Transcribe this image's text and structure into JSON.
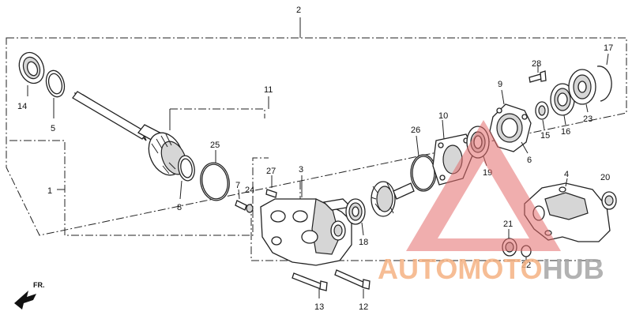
{
  "callouts": [
    {
      "id": "c1",
      "text": "1"
    },
    {
      "id": "c2",
      "text": "2"
    },
    {
      "id": "c3",
      "text": "3"
    },
    {
      "id": "c4",
      "text": "4"
    },
    {
      "id": "c5",
      "text": "5"
    },
    {
      "id": "c6",
      "text": "6"
    },
    {
      "id": "c7",
      "text": "7"
    },
    {
      "id": "c8",
      "text": "8"
    },
    {
      "id": "c9",
      "text": "9"
    },
    {
      "id": "c10",
      "text": "10"
    },
    {
      "id": "c11",
      "text": "11"
    },
    {
      "id": "c12",
      "text": "12"
    },
    {
      "id": "c13",
      "text": "13"
    },
    {
      "id": "c14",
      "text": "14"
    },
    {
      "id": "c15",
      "text": "15"
    },
    {
      "id": "c16",
      "text": "16"
    },
    {
      "id": "c17",
      "text": "17"
    },
    {
      "id": "c18",
      "text": "18"
    },
    {
      "id": "c19",
      "text": "19"
    },
    {
      "id": "c20",
      "text": "20"
    },
    {
      "id": "c21",
      "text": "21"
    },
    {
      "id": "c22",
      "text": "22"
    },
    {
      "id": "c23",
      "text": "23"
    },
    {
      "id": "c24",
      "text": "24"
    },
    {
      "id": "c25",
      "text": "25"
    },
    {
      "id": "c26",
      "text": "26"
    },
    {
      "id": "c27",
      "text": "27"
    },
    {
      "id": "c28",
      "text": "28"
    }
  ],
  "direction_label": "FR.",
  "watermark": {
    "part1": "AUTO",
    "part2": "MOTO",
    "part3": "HUB",
    "color_auto": "#f4b183",
    "color_hub": "#a5a5a5",
    "color_triangle": "#e46b6b"
  }
}
